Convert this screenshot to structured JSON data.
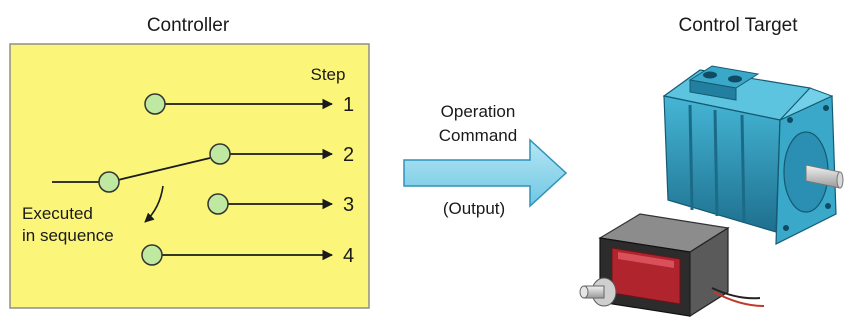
{
  "controller": {
    "title": "Controller",
    "step_header": "Step",
    "steps": [
      "1",
      "2",
      "3",
      "4"
    ],
    "note_line1": "Executed",
    "note_line2": "in sequence"
  },
  "arrow": {
    "line1": "Operation",
    "line2": "Command",
    "line3": "(Output)"
  },
  "target": {
    "title": "Control Target"
  },
  "colors": {
    "panel_fill": "#fbf57a",
    "panel_border": "#8e8e8e",
    "node_fill": "#bfe8a0",
    "arrow_fill": "#8fd6ec",
    "arrow_border": "#2e93b8",
    "motor_body": "#2a8fb3",
    "solenoid_coil": "#b0242e"
  },
  "icons": {
    "motor": "servo-motor-icon",
    "solenoid": "solenoid-actuator-icon"
  }
}
